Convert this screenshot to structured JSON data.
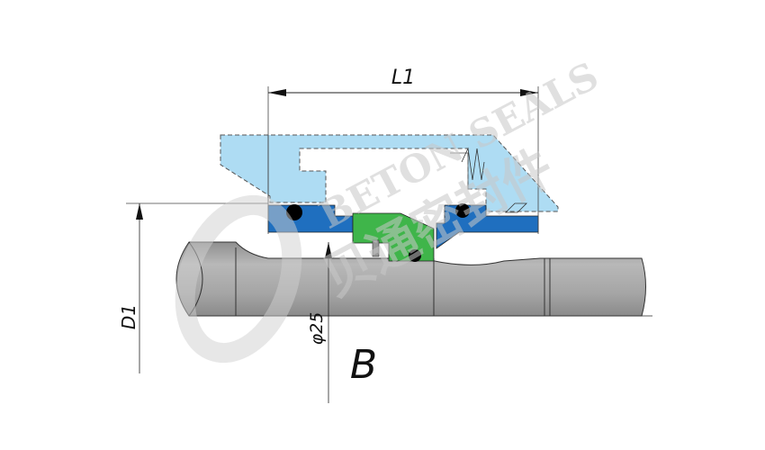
{
  "labels": {
    "length": "L1",
    "outer_diameter": "D1",
    "shaft_diameter": "φ25",
    "variant": "B"
  },
  "watermark": {
    "latin": "BETON SEALS",
    "chinese": "贝通密封件"
  },
  "colors": {
    "housing": "#aedcf3",
    "sleeve": "#1f6fbf",
    "rotor": "#3fb54a",
    "shaft": "#a9a9a9",
    "oring": "#000000"
  }
}
